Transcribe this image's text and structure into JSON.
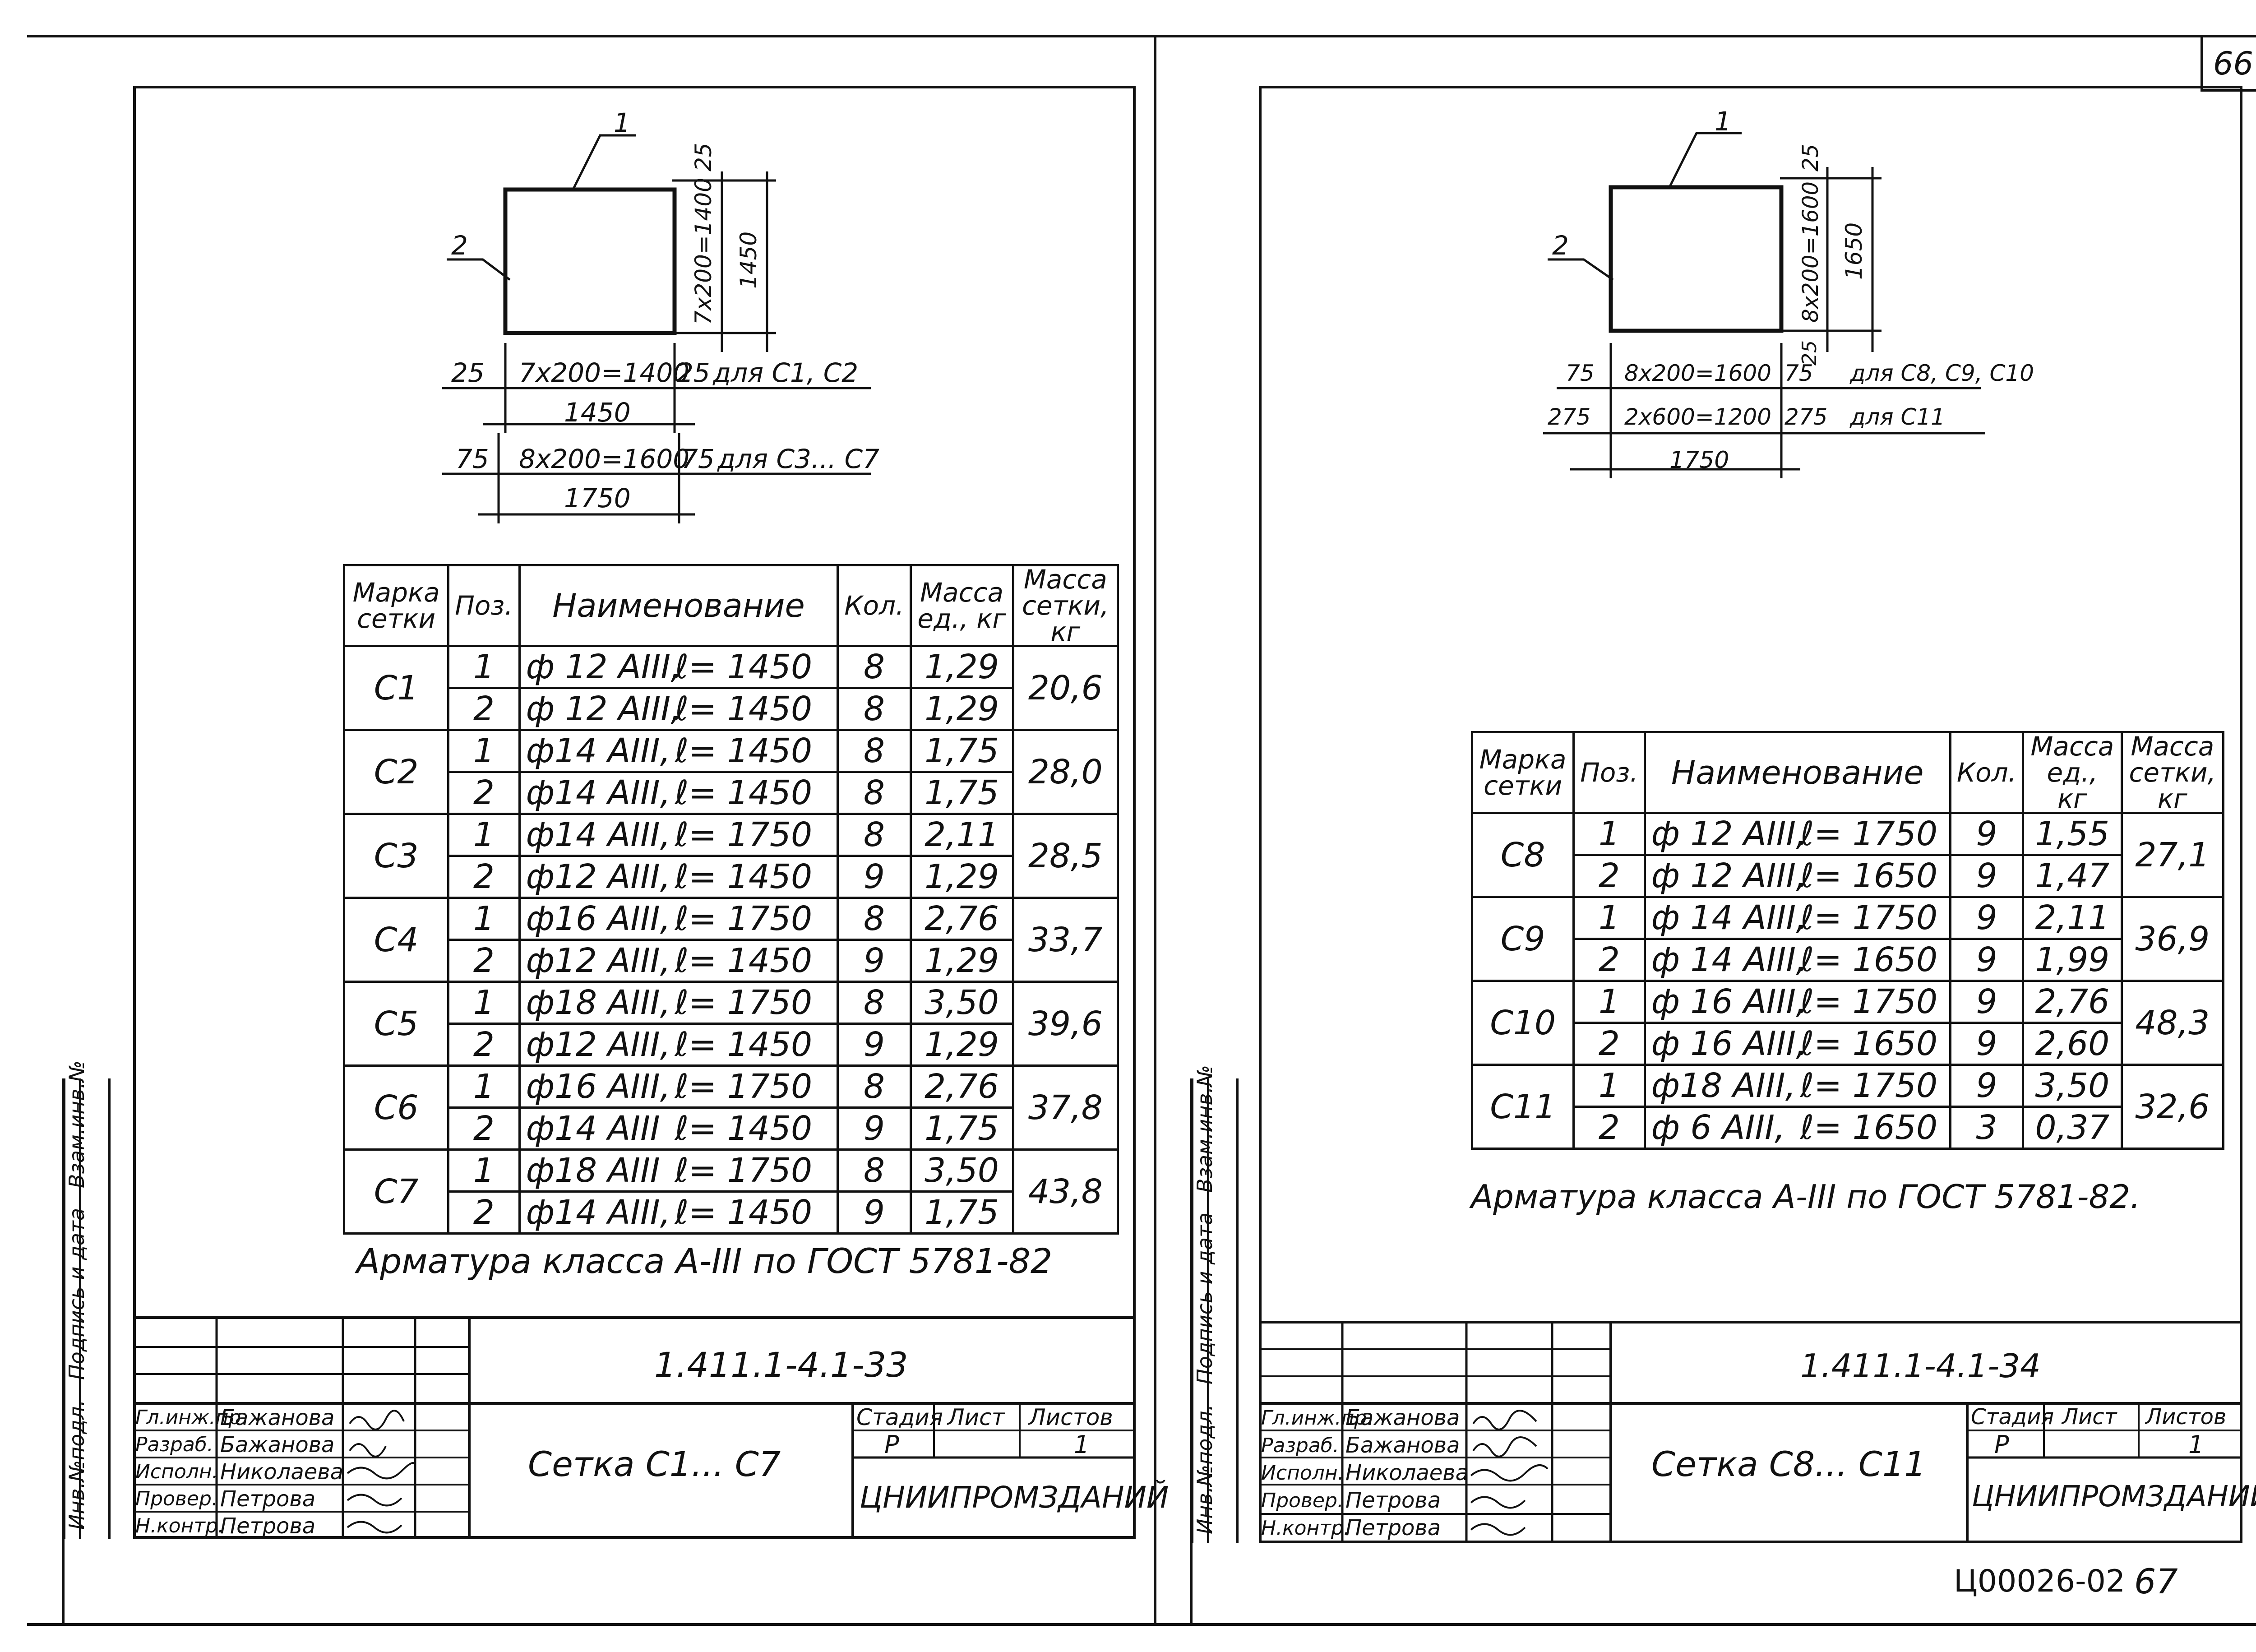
{
  "page_number": "66",
  "footer": {
    "code": "Ц00026-02",
    "page": "67"
  },
  "side_stamp": [
    "Инв.№подл.",
    "Подпись и дата",
    "Взам.инв.№"
  ],
  "left": {
    "pos1": "1",
    "pos2": "2",
    "dims": {
      "top_right_vertical": "7x200=1400",
      "top_right_25": "25",
      "overall_vertical": "1450",
      "bottom_25a": "25",
      "bottom_main_a": "7x200=1400",
      "bottom_25b": "25",
      "note_a": "для С1, С2",
      "overall_a": "1450",
      "bottom_75a": "75",
      "bottom_main_b": "8x200=1600",
      "bottom_75b": "75",
      "note_b": "для С3... С7",
      "overall_b": "1750"
    },
    "headers": [
      "Марка сетки",
      "Поз.",
      "Наименование",
      "Кол.",
      "Масса ед., кг",
      "Масса сетки, кг"
    ],
    "rows": [
      {
        "mark": "С1",
        "total": "20,6",
        "items": [
          {
            "pos": "1",
            "name": "ф 12 АIII,",
            "len": "ℓ= 1450",
            "qty": "8",
            "mass": "1,29"
          },
          {
            "pos": "2",
            "name": "ф 12 АIII,",
            "len": "ℓ= 1450",
            "qty": "8",
            "mass": "1,29"
          }
        ]
      },
      {
        "mark": "С2",
        "total": "28,0",
        "items": [
          {
            "pos": "1",
            "name": "ф14 АIII,",
            "len": "ℓ= 1450",
            "qty": "8",
            "mass": "1,75"
          },
          {
            "pos": "2",
            "name": "ф14 АIII,",
            "len": "ℓ= 1450",
            "qty": "8",
            "mass": "1,75"
          }
        ]
      },
      {
        "mark": "С3",
        "total": "28,5",
        "items": [
          {
            "pos": "1",
            "name": "ф14 АIII,",
            "len": "ℓ= 1750",
            "qty": "8",
            "mass": "2,11"
          },
          {
            "pos": "2",
            "name": "ф12 АIII,",
            "len": "ℓ= 1450",
            "qty": "9",
            "mass": "1,29"
          }
        ]
      },
      {
        "mark": "С4",
        "total": "33,7",
        "items": [
          {
            "pos": "1",
            "name": "ф16 АIII,",
            "len": "ℓ= 1750",
            "qty": "8",
            "mass": "2,76"
          },
          {
            "pos": "2",
            "name": "ф12 АIII,",
            "len": "ℓ= 1450",
            "qty": "9",
            "mass": "1,29"
          }
        ]
      },
      {
        "mark": "С5",
        "total": "39,6",
        "items": [
          {
            "pos": "1",
            "name": "ф18 АIII,",
            "len": "ℓ= 1750",
            "qty": "8",
            "mass": "3,50"
          },
          {
            "pos": "2",
            "name": "ф12 АIII,",
            "len": "ℓ= 1450",
            "qty": "9",
            "mass": "1,29"
          }
        ]
      },
      {
        "mark": "С6",
        "total": "37,8",
        "items": [
          {
            "pos": "1",
            "name": "ф16 АIII,",
            "len": "ℓ= 1750",
            "qty": "8",
            "mass": "2,76"
          },
          {
            "pos": "2",
            "name": "ф14 АIII",
            "len": "ℓ= 1450",
            "qty": "9",
            "mass": "1,75"
          }
        ]
      },
      {
        "mark": "С7",
        "total": "43,8",
        "items": [
          {
            "pos": "1",
            "name": "ф18 АIII",
            "len": "ℓ= 1750",
            "qty": "8",
            "mass": "3,50"
          },
          {
            "pos": "2",
            "name": "ф14 АIII,",
            "len": "ℓ= 1450",
            "qty": "9",
            "mass": "1,75"
          }
        ]
      }
    ],
    "note": "Арматура класса А-III по ГОСТ 5781-82",
    "titleblock": {
      "doc_code": "1.411.1-4.1-33",
      "title": "Сетка С1... С7",
      "stage_label": "Стадия",
      "sheet_label": "Лист",
      "sheets_label": "Листов",
      "stage": "Р",
      "sheets": "1",
      "org": "ЦНИИПРОМЗДАНИЙ",
      "roles": [
        "Гл.инж.пр.",
        "Разраб.",
        "Исполн.",
        "Провер.",
        "Н.контр."
      ],
      "names": [
        "Бажанова",
        "Бажанова",
        "Николаева",
        "Петрова",
        "Петрова"
      ]
    }
  },
  "right": {
    "pos1": "1",
    "pos2": "2",
    "dims": {
      "top_right_vertical": "8x200=1600",
      "top_right_25": "25",
      "overall_vertical": "1650",
      "bottom_25": "25",
      "row1_75a": "75",
      "row1_main": "8x200=1600",
      "row1_75b": "75",
      "row1_note": "для С8, С9, С10",
      "row2_275a": "275",
      "row2_main": "2x600=1200",
      "row2_275b": "275",
      "row2_note": "для С11",
      "overall": "1750"
    },
    "headers": [
      "Марка сетки",
      "Поз.",
      "Наименование",
      "Кол.",
      "Масса ед., кг",
      "Масса сетки, кг"
    ],
    "rows": [
      {
        "mark": "С8",
        "total": "27,1",
        "items": [
          {
            "pos": "1",
            "name": "ф 12 АIII,",
            "len": "ℓ= 1750",
            "qty": "9",
            "mass": "1,55"
          },
          {
            "pos": "2",
            "name": "ф 12 АIII,",
            "len": "ℓ= 1650",
            "qty": "9",
            "mass": "1,47"
          }
        ]
      },
      {
        "mark": "С9",
        "total": "36,9",
        "items": [
          {
            "pos": "1",
            "name": "ф 14 АIII,",
            "len": "ℓ= 1750",
            "qty": "9",
            "mass": "2,11"
          },
          {
            "pos": "2",
            "name": "ф 14 АIII,",
            "len": "ℓ= 1650",
            "qty": "9",
            "mass": "1,99"
          }
        ]
      },
      {
        "mark": "С10",
        "total": "48,3",
        "items": [
          {
            "pos": "1",
            "name": "ф 16 АIII,",
            "len": "ℓ= 1750",
            "qty": "9",
            "mass": "2,76"
          },
          {
            "pos": "2",
            "name": "ф 16 АIII,",
            "len": "ℓ= 1650",
            "qty": "9",
            "mass": "2,60"
          }
        ]
      },
      {
        "mark": "С11",
        "total": "32,6",
        "items": [
          {
            "pos": "1",
            "name": "ф18 АIII,",
            "len": "ℓ= 1750",
            "qty": "9",
            "mass": "3,50"
          },
          {
            "pos": "2",
            "name": "ф 6 АIII,",
            "len": "ℓ= 1650",
            "qty": "3",
            "mass": "0,37"
          }
        ]
      }
    ],
    "note": "Арматура класса А-III по ГОСТ 5781-82.",
    "titleblock": {
      "doc_code": "1.411.1-4.1-34",
      "title": "Сетка С8... С11",
      "stage_label": "Стадия",
      "sheet_label": "Лист",
      "sheets_label": "Листов",
      "stage": "Р",
      "sheets": "1",
      "org": "ЦНИИПРОМЗДАНИЙ",
      "roles": [
        "Гл.инж.пр.",
        "Разраб.",
        "Исполн.",
        "Провер.",
        "Н.контр."
      ],
      "names": [
        "Бажанова",
        "Бажанова",
        "Николаева",
        "Петрова",
        "Петрова"
      ]
    }
  }
}
